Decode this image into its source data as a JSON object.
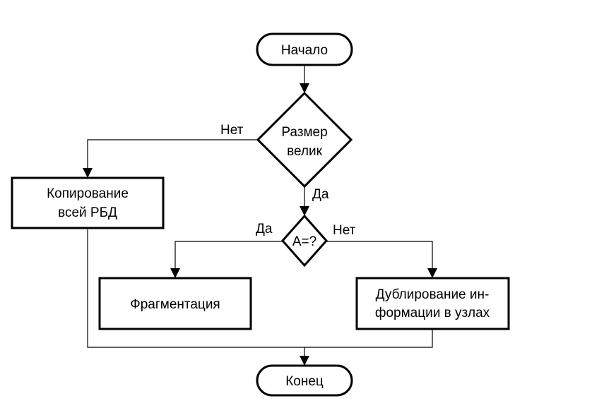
{
  "nodes": {
    "start": {
      "label": "Начало"
    },
    "decision_size": {
      "line1": "Размер",
      "line2": "велик"
    },
    "copy_all": {
      "line1": "Копирование",
      "line2": "всей РБД"
    },
    "decision_a": {
      "label": "A=?"
    },
    "fragmentation": {
      "label": "Фрагментация"
    },
    "duplication": {
      "line1": "Дублирование ин-",
      "line2": "формации в узлах"
    },
    "end": {
      "label": "Конец"
    }
  },
  "edge_labels": {
    "size_no": "Нет",
    "size_yes": "Да",
    "a_yes": "Да",
    "a_no": "Нет"
  }
}
